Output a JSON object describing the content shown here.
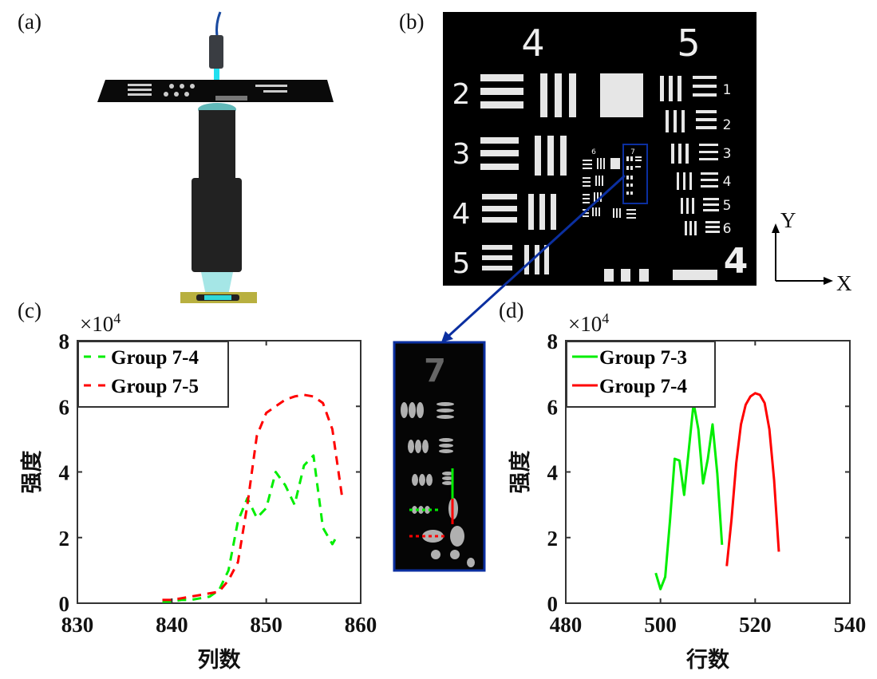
{
  "panels": {
    "a": "(a)",
    "b": "(b)",
    "c": "(c)",
    "d": "(d)"
  },
  "axis_indicator": {
    "y": "Y",
    "x": "X"
  },
  "target_image": {
    "group_labels": [
      "4",
      "5"
    ],
    "element_labels_left": [
      "2",
      "3",
      "4",
      "5"
    ],
    "element_labels_right": [
      "1",
      "2",
      "3",
      "4",
      "5",
      "6"
    ],
    "group_6_label": "6",
    "group_7_label": "7",
    "bottom_right_label": "4"
  },
  "inset": {
    "label": "7",
    "colors": {
      "border": "#0b2fa0",
      "green": "#00ee00",
      "red": "#ff0000"
    }
  },
  "chart_data": [
    {
      "type": "line",
      "panel": "c",
      "xlabel": "列数",
      "ylabel": "强度",
      "yscale_label": "×10",
      "yscale_exp": "4",
      "xlim": [
        830,
        860
      ],
      "ylim": [
        0,
        8
      ],
      "xticks": [
        "830",
        "840",
        "850",
        "860"
      ],
      "yticks": [
        "0",
        "2",
        "4",
        "6",
        "8"
      ],
      "legend_position": "top-left",
      "series": [
        {
          "name": "Group 7-4",
          "color": "#00ee00",
          "style": "dashed",
          "x": [
            839,
            840,
            841,
            842,
            843,
            844,
            845,
            846,
            847,
            848,
            849,
            850,
            851,
            852,
            853,
            854,
            855,
            856,
            857,
            857.5
          ],
          "y": [
            0.05,
            0.05,
            0.1,
            0.1,
            0.15,
            0.2,
            0.4,
            1.0,
            2.5,
            3.2,
            2.6,
            2.9,
            4.0,
            3.6,
            3.0,
            4.2,
            4.5,
            2.3,
            1.8,
            2.05
          ]
        },
        {
          "name": "Group 7-5",
          "color": "#ff0000",
          "style": "dashed",
          "x": [
            839,
            840,
            841,
            842,
            843,
            844,
            845,
            846,
            847,
            848,
            849,
            850,
            851,
            852,
            853,
            854,
            855,
            856,
            857,
            858
          ],
          "y": [
            0.1,
            0.1,
            0.15,
            0.2,
            0.25,
            0.3,
            0.35,
            0.7,
            1.25,
            3.0,
            5.1,
            5.8,
            6.0,
            6.2,
            6.3,
            6.35,
            6.3,
            6.1,
            5.3,
            3.3
          ]
        }
      ]
    },
    {
      "type": "line",
      "panel": "d",
      "xlabel": "行数",
      "ylabel": "强度",
      "yscale_label": "×10",
      "yscale_exp": "4",
      "xlim": [
        480,
        540
      ],
      "ylim": [
        0,
        8
      ],
      "xticks": [
        "480",
        "500",
        "520",
        "540"
      ],
      "yticks": [
        "0",
        "2",
        "4",
        "6",
        "8"
      ],
      "legend_position": "top-left",
      "series": [
        {
          "name": "Group 7-3",
          "color": "#00ee00",
          "style": "solid",
          "x": [
            499,
            500,
            501,
            502,
            503,
            504,
            505,
            506,
            507,
            508,
            509,
            510,
            511,
            512,
            513
          ],
          "y": [
            0.92,
            0.43,
            0.8,
            2.5,
            4.4,
            4.35,
            3.3,
            4.7,
            6.1,
            5.3,
            3.65,
            4.4,
            5.45,
            3.95,
            1.78
          ]
        },
        {
          "name": "Group 7-4",
          "color": "#ff0000",
          "style": "solid",
          "x": [
            514,
            515,
            516,
            517,
            518,
            519,
            520,
            521,
            522,
            523,
            524,
            525
          ],
          "y": [
            1.13,
            2.55,
            4.27,
            5.45,
            6.05,
            6.3,
            6.4,
            6.35,
            6.1,
            5.3,
            3.75,
            1.57
          ]
        }
      ]
    }
  ]
}
